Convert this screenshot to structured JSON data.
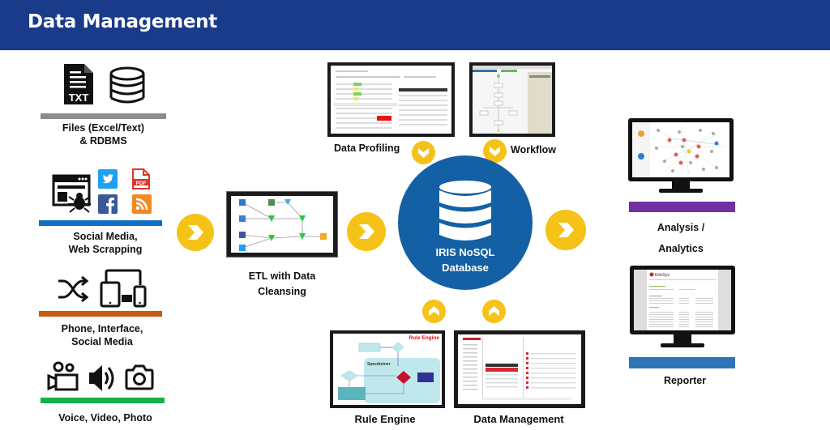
{
  "header": {
    "title": "Data Management"
  },
  "sources": [
    {
      "label_line1": "Files (Excel/Text)",
      "label_line2": "& RDBMS",
      "bar_color": "#8c8c8c",
      "icons": [
        "txt-file-icon",
        "database-icon"
      ]
    },
    {
      "label_line1": "Social Media,",
      "label_line2": "Web Scrapping",
      "bar_color": "#0f6fc2",
      "icons": [
        "web-spider-icon",
        "twitter-icon",
        "pdf-icon",
        "facebook-icon",
        "rss-icon"
      ]
    },
    {
      "label_line1": "Phone, Interface,",
      "label_line2": "Social Media",
      "bar_color": "#c55a11",
      "icons": [
        "shuffle-icon",
        "devices-icon"
      ]
    },
    {
      "label_line1": "Voice, Video, Photo",
      "label_line2": "",
      "bar_color": "#17b04a",
      "icons": [
        "video-camera-icon",
        "speaker-icon",
        "camera-icon"
      ]
    }
  ],
  "etl": {
    "label_line1": "ETL with Data",
    "label_line2": "Cleansing"
  },
  "center": {
    "line1": "IRIS NoSQL",
    "line2": "Database",
    "color": "#1460a5"
  },
  "modules": {
    "data_profiling": "Data Profiling",
    "workflow": "Workflow",
    "rule_engine": "Rule Engine",
    "rule_engine_screen_title": "Rule Engine",
    "rule_engine_screen_group": "Speedminer",
    "data_management": "Data Management"
  },
  "outputs": {
    "analysis_line1": "Analysis /",
    "analysis_line2": "Analytics",
    "analysis_bar_color": "#7030a0",
    "reporter": "Reporter",
    "reporter_bar_color": "#2e75b6",
    "reporter_brand": "EliteSys"
  },
  "colors": {
    "header": "#1a3b8a",
    "arrow": "#f5c218"
  }
}
